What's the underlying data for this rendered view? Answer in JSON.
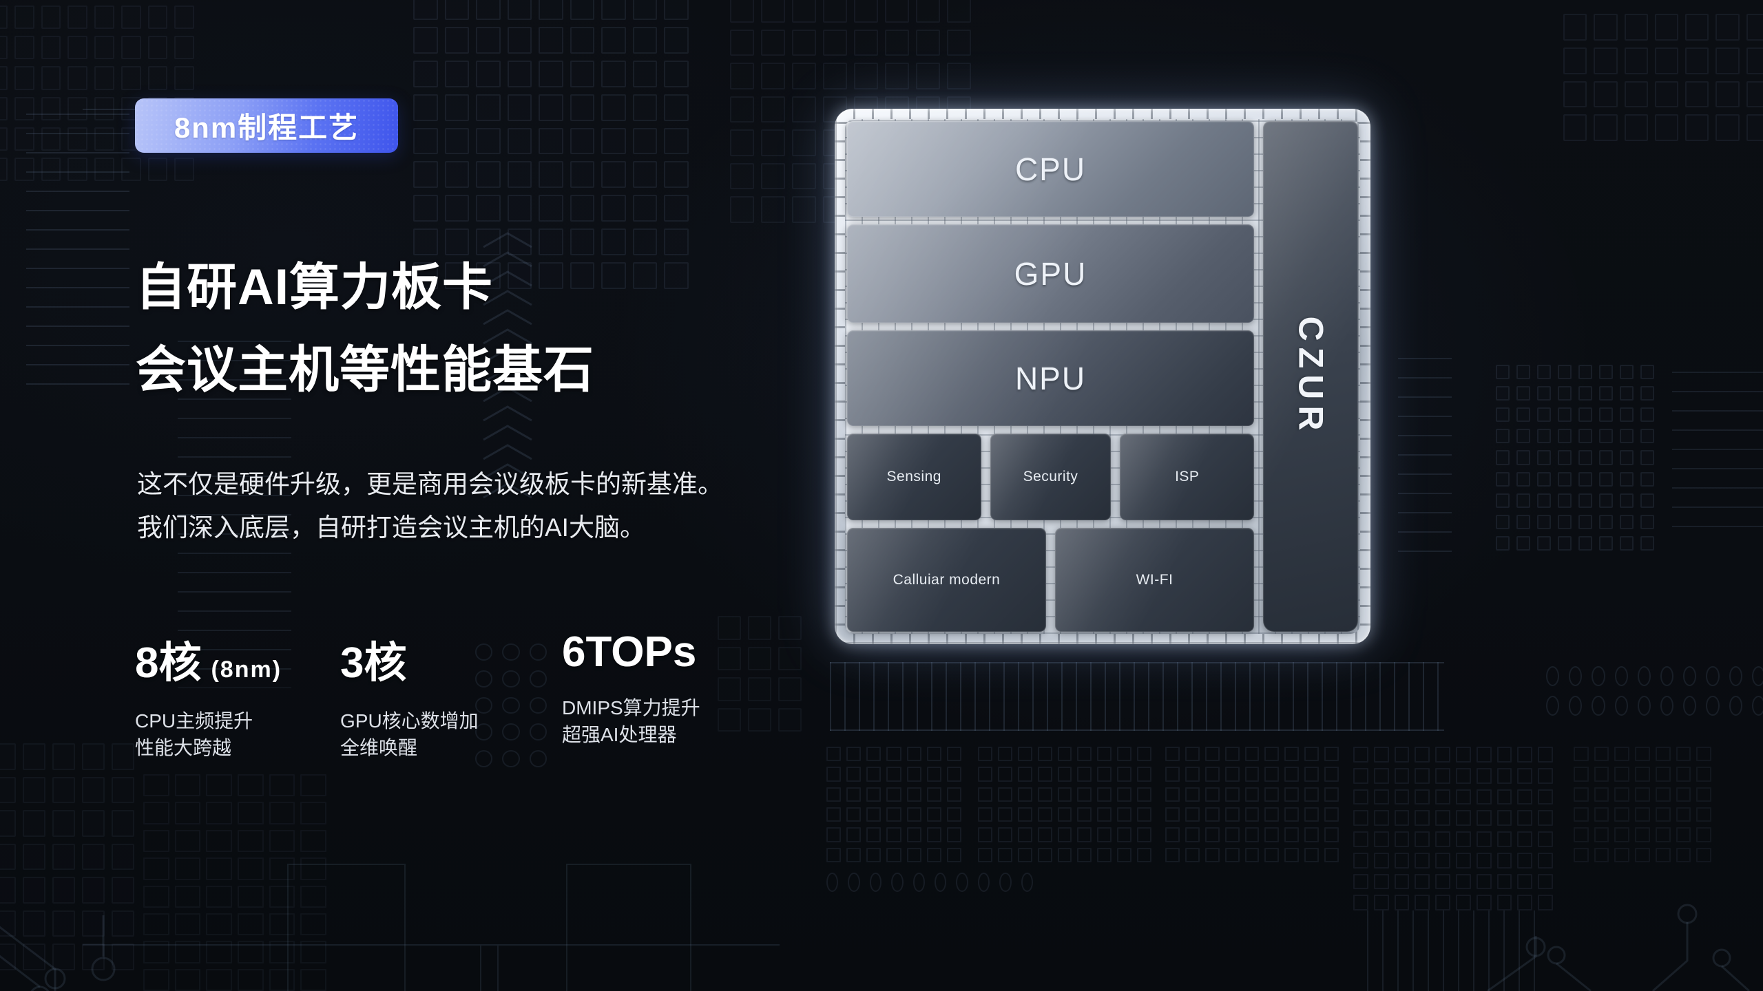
{
  "badge": {
    "label": "8nm制程工艺",
    "gradient_from": "#b7c4f8",
    "gradient_to": "#3f55ec"
  },
  "headline": {
    "line1": "自研AI算力板卡",
    "line2": "会议主机等性能基石"
  },
  "description": {
    "line1": "这不仅是硬件升级，更是商用会议级板卡的新基准。",
    "line2": "我们深入底层，自研打造会议主机的AI大脑。"
  },
  "stats": [
    {
      "value": "8核",
      "suffix": "(8nm)",
      "desc_line1": "CPU主频提升",
      "desc_line2": "性能大跨越"
    },
    {
      "value": "3核",
      "suffix": "",
      "desc_line1": "GPU核心数增加",
      "desc_line2": "全维唤醒"
    },
    {
      "value": "6TOPs",
      "suffix": "",
      "desc_line1": "DMIPS算力提升",
      "desc_line2": "超强AI处理器"
    }
  ],
  "chip": {
    "brand": "CZUR",
    "blocks": {
      "cpu": "CPU",
      "gpu": "GPU",
      "npu": "NPU",
      "sensing": "Sensing",
      "security": "Security",
      "isp": "ISP",
      "cellular": "Calluiar modern",
      "wifi": "WI-FI"
    }
  },
  "colors": {
    "page_bg": "#0a0d12",
    "accent_blue": "#3f55ec",
    "text_primary": "#ffffff",
    "text_secondary": "#dde1e8",
    "chip_frame_silver": "#dde3ec",
    "block_dark_slate": "#2d3440"
  }
}
